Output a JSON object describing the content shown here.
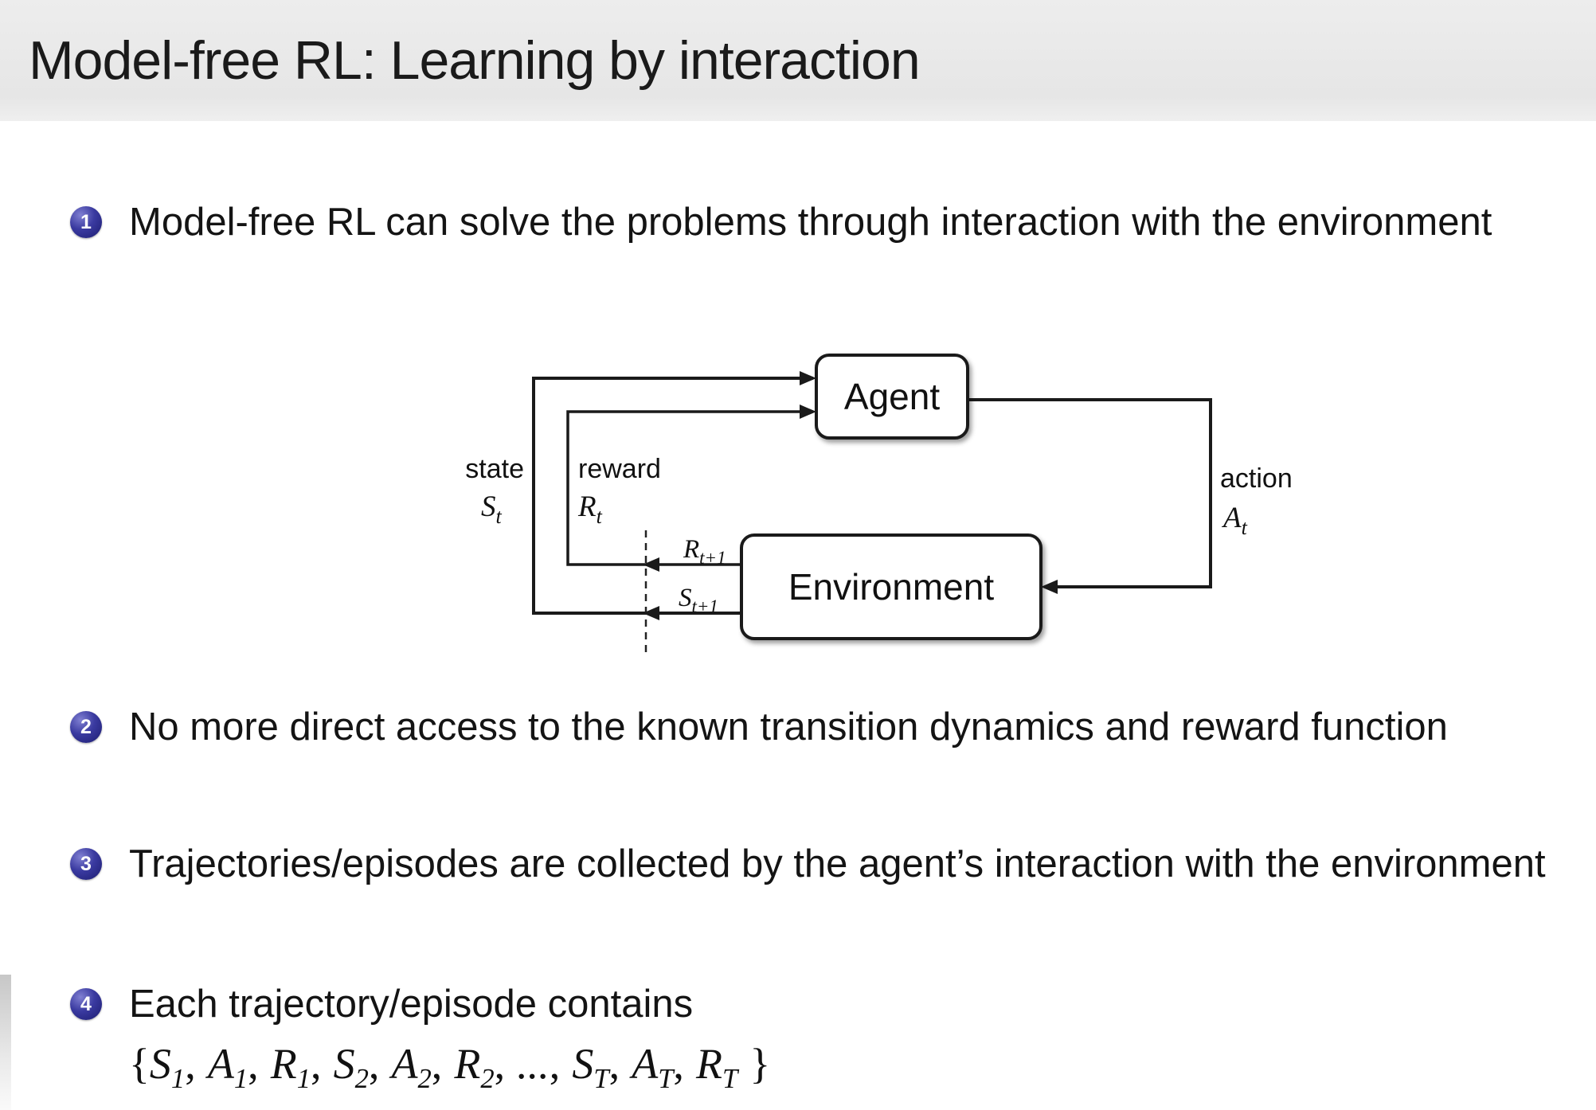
{
  "title": "Model-free RL: Learning by interaction",
  "colors": {
    "title_bar_bg": "#e9e9e9",
    "bullet_ball": "#2a2a85",
    "diagram_line": "#1a1a1a",
    "text": "#141414",
    "background": "#ffffff"
  },
  "bullets": [
    {
      "num": "1",
      "text": "Model-free RL can solve the problems through interaction with the environment"
    },
    {
      "num": "2",
      "text": "No more direct access to the known transition dynamics and reward function"
    },
    {
      "num": "3",
      "text": "Trajectories/episodes are collected by the agent’s interaction with the environment"
    },
    {
      "num": "4",
      "text": "Each trajectory/episode contains"
    }
  ],
  "diagram": {
    "agent_label": "Agent",
    "environment_label": "Environment",
    "state_label": "state",
    "state_symbol": {
      "base": "S",
      "sub": "t"
    },
    "reward_label": "reward",
    "reward_symbol": {
      "base": "R",
      "sub": "t"
    },
    "action_label": "action",
    "action_symbol": {
      "base": "A",
      "sub": "t"
    },
    "reward_next_symbol": {
      "base": "R",
      "sub": "t+1"
    },
    "state_next_symbol": {
      "base": "S",
      "sub": "t+1"
    }
  },
  "episode_math": {
    "open": "{",
    "close": "}",
    "tokens": [
      {
        "base": "S",
        "sub": "1",
        "sep": ","
      },
      {
        "base": "A",
        "sub": "1",
        "sep": ","
      },
      {
        "base": "R",
        "sub": "1",
        "sep": ","
      },
      {
        "base": "S",
        "sub": "2",
        "sep": ","
      },
      {
        "base": "A",
        "sub": "2",
        "sep": ","
      },
      {
        "base": "R",
        "sub": "2",
        "sep": ","
      },
      {
        "base": "...",
        "sub": "",
        "sep": ","
      },
      {
        "base": "S",
        "sub": "T",
        "sep": ","
      },
      {
        "base": "A",
        "sub": "T",
        "sep": ","
      },
      {
        "base": "R",
        "sub": "T",
        "sep": ""
      }
    ]
  }
}
